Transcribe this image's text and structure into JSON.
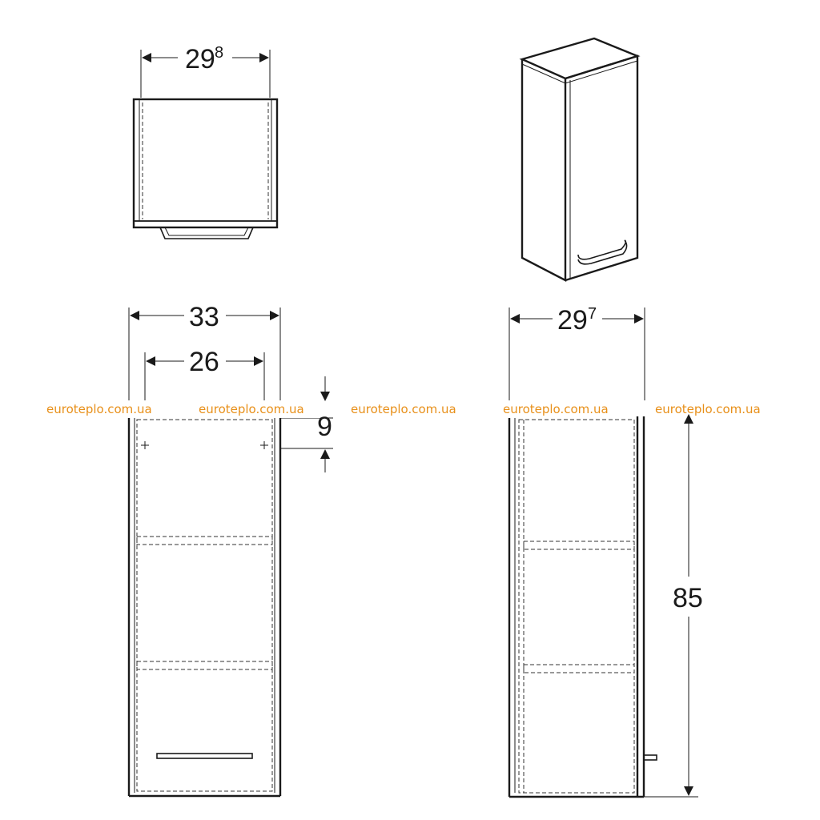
{
  "dimensions": {
    "top_width": {
      "main": "29",
      "sup": "8"
    },
    "front_outer_width": "33",
    "front_inner_width": "26",
    "mount_offset": "9",
    "side_depth": {
      "main": "29",
      "sup": "7"
    },
    "height": "85"
  },
  "watermark": {
    "text": "euroteplo.com.ua",
    "count": 5
  },
  "colors": {
    "line": "#1a1a1a",
    "watermark": "#e8901a"
  }
}
